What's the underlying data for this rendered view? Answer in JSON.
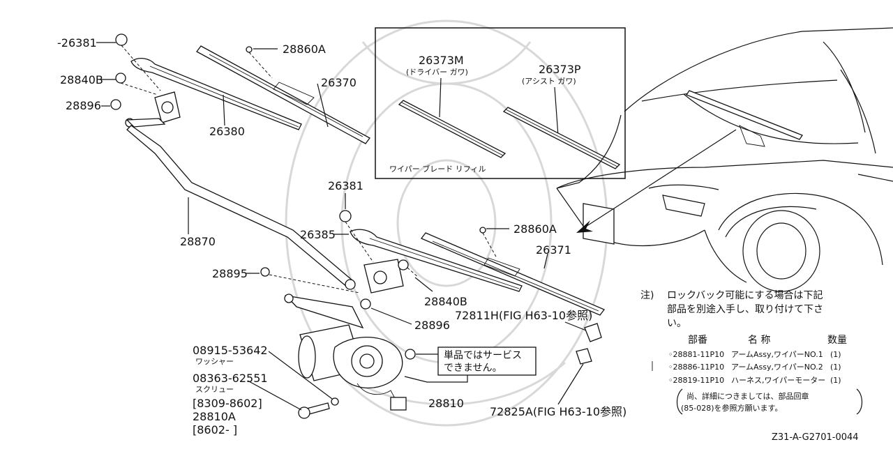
{
  "labels": {
    "p26381_top": "-26381",
    "p28860A_top": "28860A",
    "p28840B_top": "28840B",
    "p26370": "26370",
    "p28896_top": "28896",
    "p26380": "26380",
    "p28870": "28870",
    "p26381_mid": "26381",
    "p26385": "26385",
    "p28860A_mid": "28860A",
    "p26371": "26371",
    "p28895": "28895",
    "p28840B_mid": "28840B",
    "p28896_mid": "28896",
    "p72811H": "72811H(FIG H63-10参照)",
    "p08915": "08915-53642",
    "washer": "ワッシャー",
    "p08363": "08363-62551",
    "screw": "スクリュー",
    "range1": "[8309-8602]",
    "p28810A": "28810A",
    "range2": "[8602-    ]",
    "p28810": "28810",
    "p72825A": "72825A(FIG H63-10参照)",
    "service": [
      "単品ではサービス",
      "できません。"
    ],
    "figure_code": "Z31-A-G2701-0044"
  },
  "inset": {
    "driver_part": "26373M",
    "driver_side": "(ドライバー ガワ)",
    "assist_part": "26373P",
    "assist_side": "(アシスト ガワ)",
    "caption": "ワイパー ブレード リフィル"
  },
  "note": {
    "prefix": "注)",
    "lines": [
      "ロックバック可能にする場合は下記",
      "部品を別途入手し、取り付けて下さ",
      "い。"
    ],
    "headers": [
      "部番",
      "名 称",
      "数量"
    ],
    "rows": [
      {
        "part": "◦28881-11P10",
        "name": "アームAssy,ワイパーNO.1",
        "qty": "(1)"
      },
      {
        "part": "◦28886-11P10",
        "name": "アームAssy,ワイパーNO.2",
        "qty": "(1)"
      },
      {
        "part": "◦28819-11P10",
        "name": "ハーネス,ワイパーモーター",
        "qty": "(1)"
      }
    ],
    "footer": [
      "尚、詳細につきましては、部品回章",
      "(85-028)を参照方願います。"
    ]
  }
}
